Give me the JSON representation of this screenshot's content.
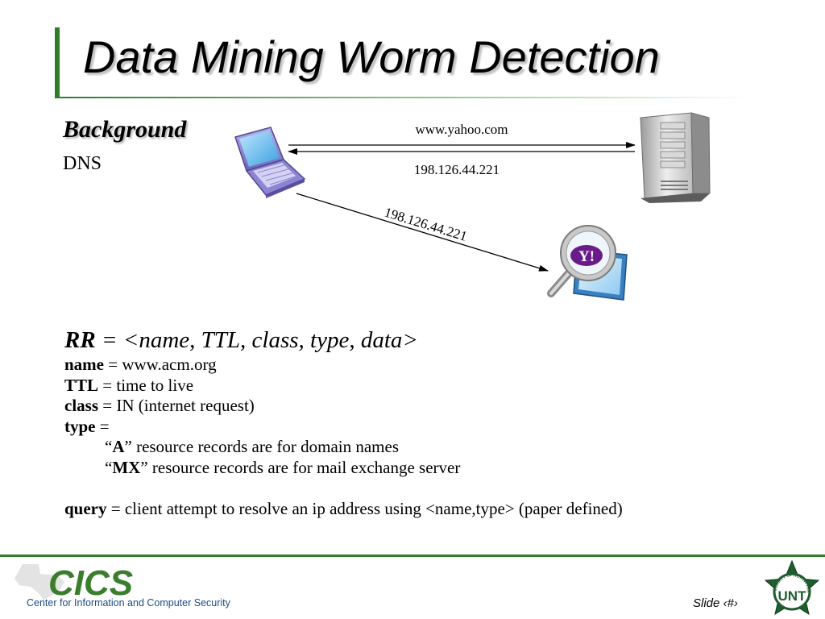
{
  "slide": {
    "title": "Data Mining Worm Detection",
    "background_heading": "Background",
    "dns_label": "DNS"
  },
  "diagram": {
    "query_domain": "www.yahoo.com",
    "response_ip": "198.126.44.221",
    "forward_ip": "198.126.44.221",
    "yahoo_logo_text": "Y!"
  },
  "rr": {
    "rr_label": "RR",
    "rr_definition": " = <name, TTL, class, type, data>",
    "name_label": "name",
    "name_value": " = www.acm.org",
    "ttl_label": "TTL",
    "ttl_value": " = time to live",
    "class_label": "class",
    "class_value": " = IN (internet request)",
    "type_label": "type",
    "type_value": " =",
    "a_open": "“",
    "a_label": "A",
    "a_desc": "” resource records are for domain names",
    "mx_open": "“",
    "mx_label": "MX",
    "mx_desc": "” resource records are for mail exchange server",
    "query_label": "query",
    "query_value": " = client attempt to resolve an ip address using <name,type> (paper defined)"
  },
  "footer": {
    "logo_text": "CICS",
    "logo_subtitle": "Center for Information and Computer Security",
    "slide_number": "Slide ‹#›",
    "unt_text": "UNT",
    "unt_ring_text": "UNIVERSITY OF NORTH TEXAS"
  },
  "colors": {
    "accent_green": "#2f7d2a",
    "cics_green": "#3a7d2c",
    "cics_blue": "#1d4c86",
    "unt_green": "#1f5c2e"
  }
}
